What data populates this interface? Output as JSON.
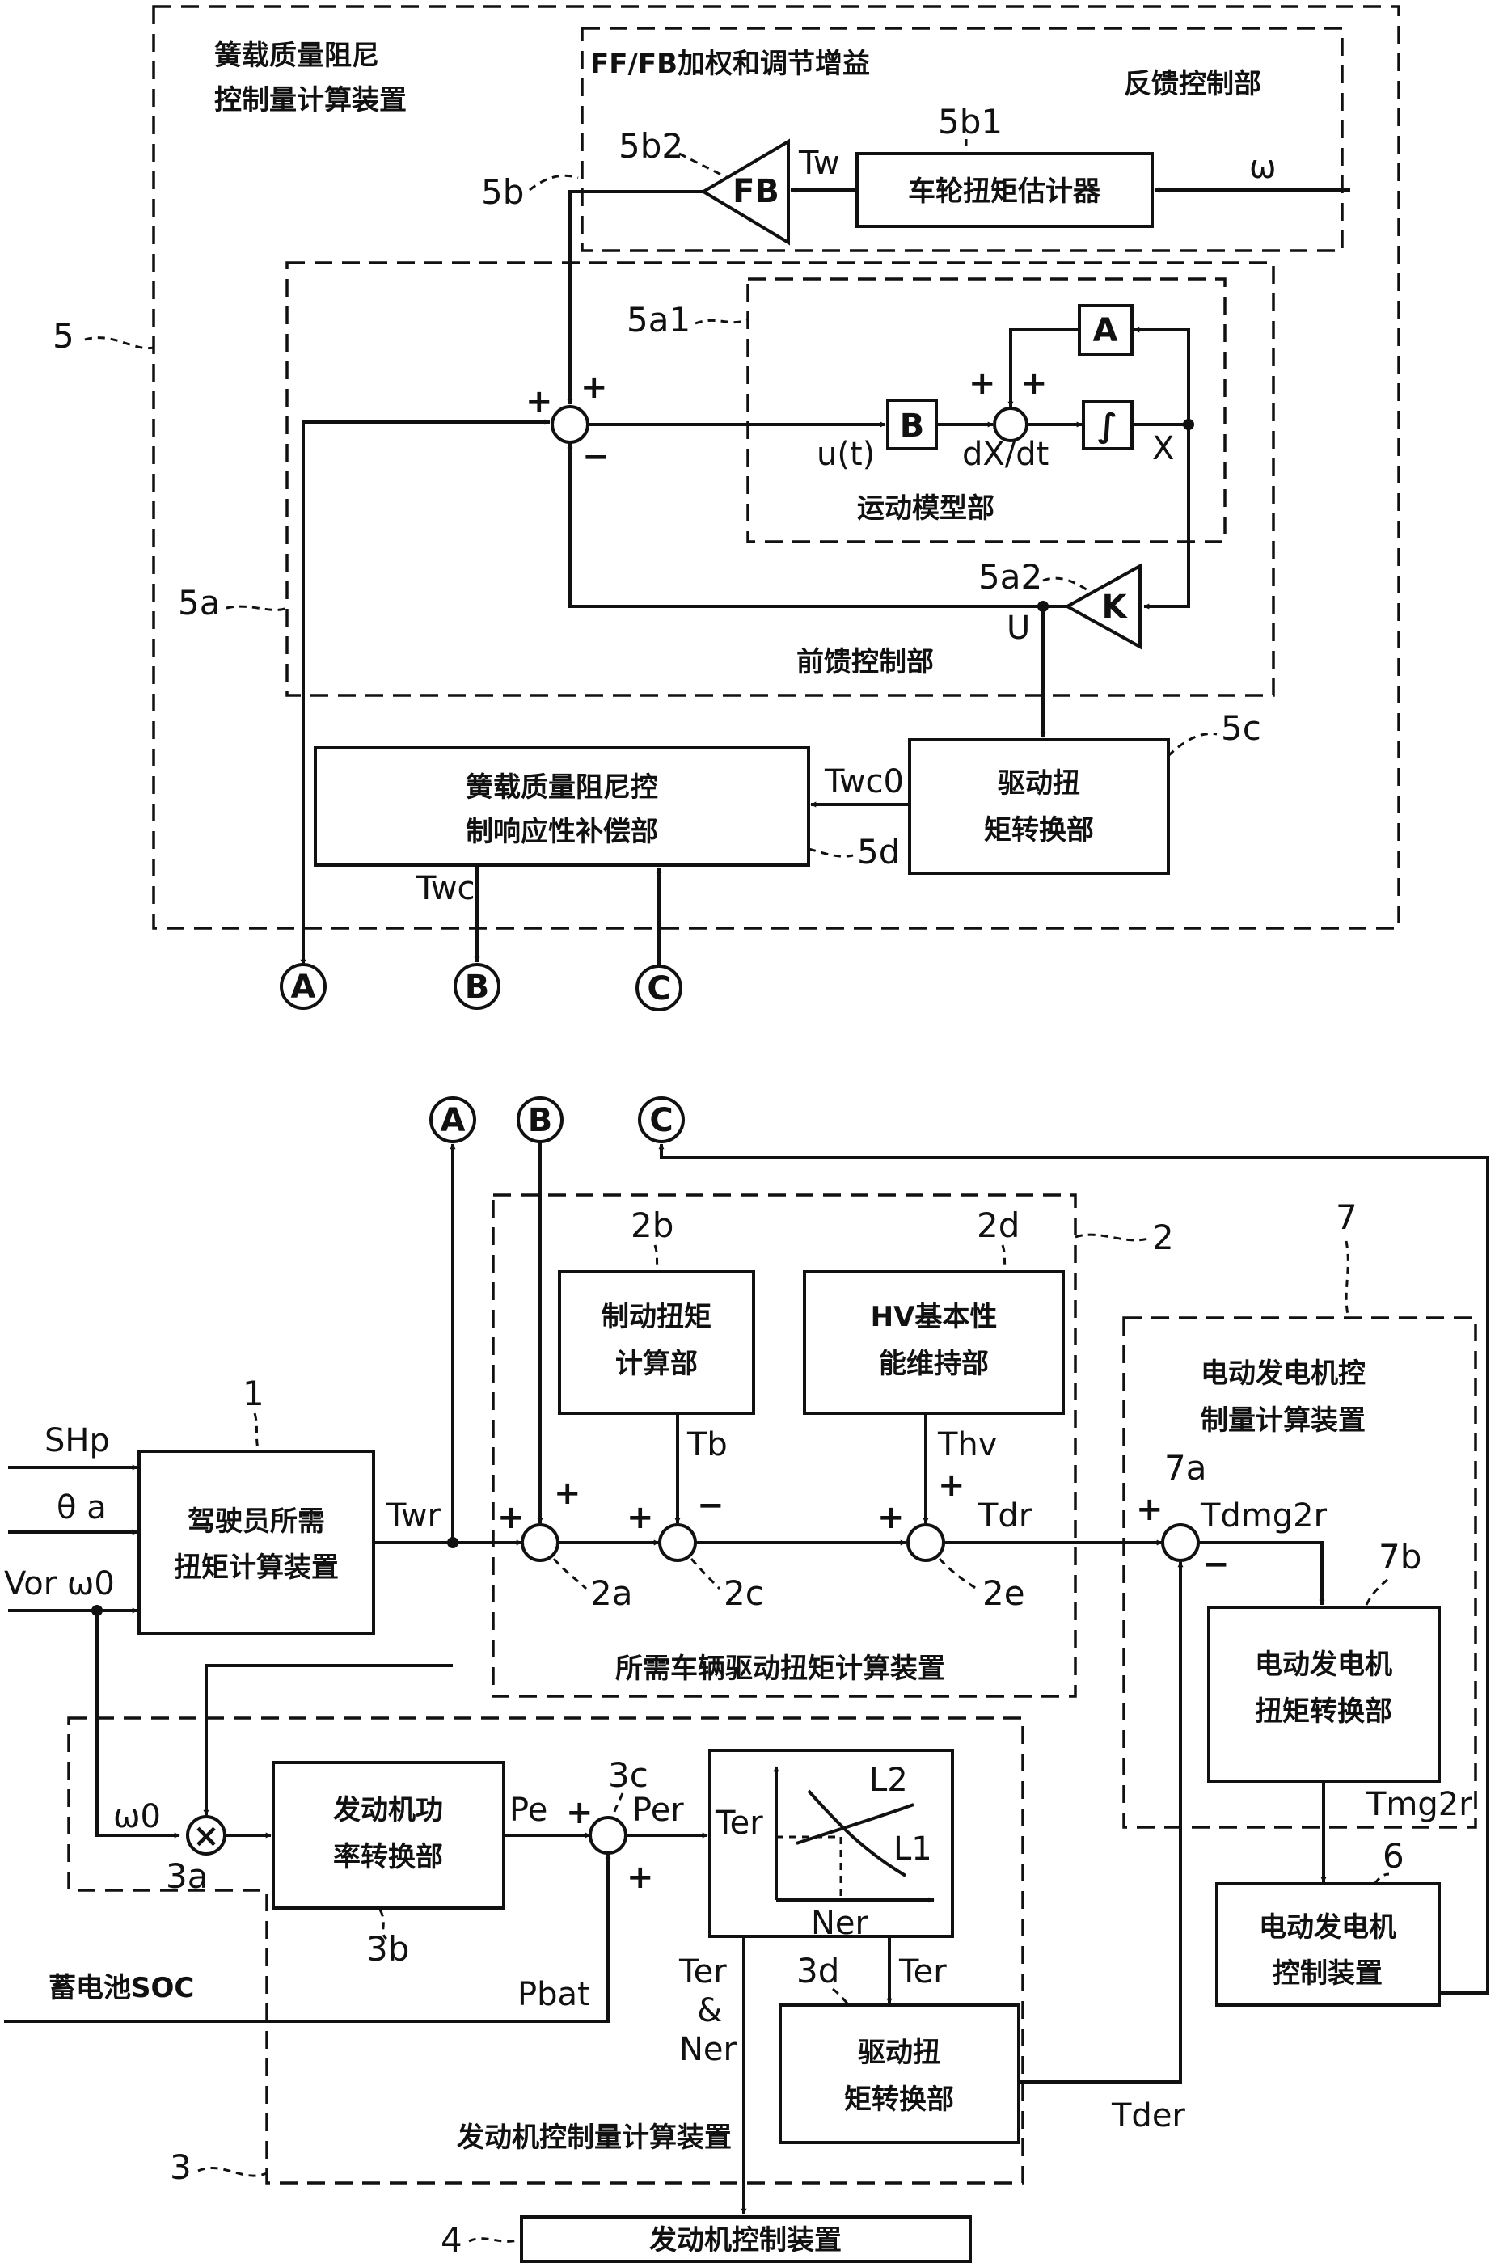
{
  "upper": {
    "system_title": [
      "簧载质量阻尼",
      "控制量计算装置"
    ],
    "fb_region_title": "FF/FB加权和调节增益",
    "fb_region_label": "反馈控制部",
    "wheel_torque_estimator": "车轮扭矩估计器",
    "fb_gain": "FB",
    "motion_model_label": "运动模型部",
    "ff_label": "前馈控制部",
    "block_A": "A",
    "block_B": "B",
    "integrator": "∫",
    "gain_K": "K",
    "drive_torque_converter": [
      "驱动扭",
      "矩转换部"
    ],
    "compensation": [
      "簧载质量阻尼控",
      "制响应性补偿部"
    ],
    "signals": {
      "omega": "ω",
      "Tw": "Tw",
      "ut": "u(t)",
      "dXdt": "dX/dt",
      "X": "X",
      "U": "U",
      "Twc0": "Twc0",
      "Twc": "Twc"
    },
    "refs": {
      "r5": "5",
      "r5a": "5a",
      "r5a1": "5a1",
      "r5a2": "5a2",
      "r5b": "5b",
      "r5b1": "5b1",
      "r5b2": "5b2",
      "r5c": "5c",
      "r5d": "5d"
    },
    "signs": {
      "plus": "+",
      "minus": "−"
    }
  },
  "connectors": [
    "A",
    "B",
    "C"
  ],
  "lower": {
    "driver_calc": [
      "驾驶员所需",
      "扭矩计算装置"
    ],
    "inputs": [
      "SHp",
      "θ a",
      "Vor ω0"
    ],
    "Twr": "Twr",
    "brake_torque": [
      "制动扭矩",
      "计算部"
    ],
    "hv_maintain": [
      "HV基本性",
      "能维持部"
    ],
    "vehicle_drive_calc": "所需车辆驱动扭矩计算装置",
    "Tb": "Tb",
    "Thv": "Thv",
    "Tdr": "Tdr",
    "mg_calc": [
      "电动发电机控",
      "制量计算装置"
    ],
    "Tdmg2r": "Tdmg2r",
    "mg_converter": [
      "电动发电机",
      "扭矩转换部"
    ],
    "Tmg2r": "Tmg2r",
    "mg_control": [
      "电动发电机",
      "控制装置"
    ],
    "omega0": "ω0",
    "multiply": "×",
    "engine_power": [
      "发动机功",
      "率转换部"
    ],
    "Pe": "Pe",
    "Per": "Per",
    "Pbat": "Pbat",
    "battery_soc": "蓄电池SOC",
    "map": {
      "y": "Ter",
      "x": "Ner",
      "L1": "L1",
      "L2": "L2"
    },
    "Ter": "Ter",
    "Ter_and": "&",
    "Ner": "Ner",
    "engine_drive_torque": [
      "驱动扭",
      "矩转换部"
    ],
    "Tder": "Tder",
    "engine_calc": "发动机控制量计算装置",
    "engine_control": "发动机控制装置",
    "refs": {
      "r1": "1",
      "r2": "2",
      "r2a": "2a",
      "r2b": "2b",
      "r2c": "2c",
      "r2d": "2d",
      "r2e": "2e",
      "r3": "3",
      "r3a": "3a",
      "r3b": "3b",
      "r3c": "3c",
      "r3d": "3d",
      "r4": "4",
      "r6": "6",
      "r7": "7",
      "r7a": "7a",
      "r7b": "7b"
    }
  }
}
